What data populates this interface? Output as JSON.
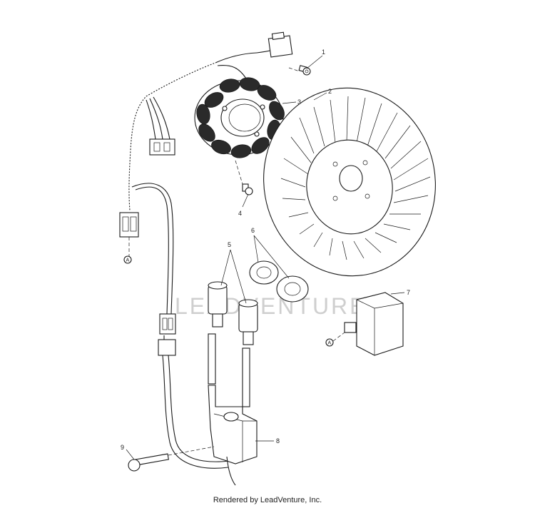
{
  "callouts": [
    {
      "id": "1",
      "label": "1"
    },
    {
      "id": "2",
      "label": "2"
    },
    {
      "id": "3",
      "label": "3"
    },
    {
      "id": "4",
      "label": "4"
    },
    {
      "id": "5",
      "label": "5"
    },
    {
      "id": "6",
      "label": "6"
    },
    {
      "id": "7",
      "label": "7"
    },
    {
      "id": "8",
      "label": "8"
    },
    {
      "id": "9",
      "label": "9"
    }
  ],
  "connector_refs": {
    "ref_a1": "A",
    "ref_a2": "A"
  },
  "watermark": "LEADVENTURE",
  "footer": "Rendered by LeadVenture, Inc."
}
